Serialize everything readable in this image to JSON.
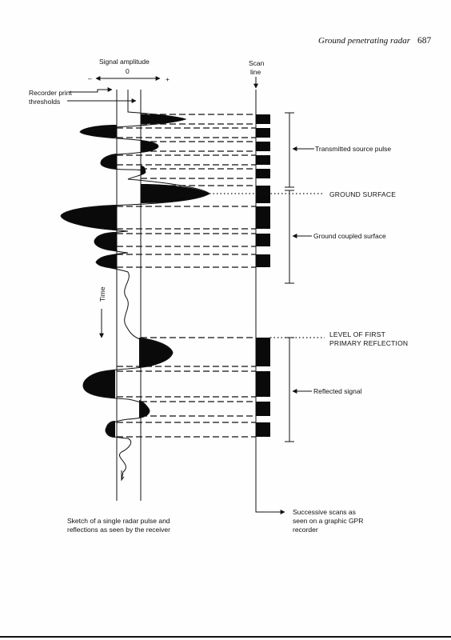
{
  "header": {
    "running_title": "Ground penetrating radar",
    "page_number": "687"
  },
  "diagram": {
    "signal_amplitude_label": "Signal amplitude",
    "axis_minus": "–",
    "axis_zero": "0",
    "axis_plus": "+",
    "scan_line_label_line1": "Scan",
    "scan_line_label_line2": "line",
    "recorder_thresholds_line1": "Recorder print",
    "recorder_thresholds_line2": "thresholds",
    "time_label": "Time",
    "transmitted_source_pulse": "Transmitted source pulse",
    "ground_surface": "GROUND SURFACE",
    "ground_coupled_surface": "Ground coupled surface",
    "first_reflection_line1": "LEVEL OF FIRST",
    "first_reflection_line2": "PRIMARY REFLECTION",
    "reflected_signal": "Reflected signal",
    "sketch_caption_line1": "Sketch of a single radar pulse and",
    "sketch_caption_line2": "reflections as seen by the receiver",
    "scans_caption_line1": "Successive scans as",
    "scans_caption_line2": "seen on a graphic GPR",
    "scans_caption_line3": "recorder"
  }
}
